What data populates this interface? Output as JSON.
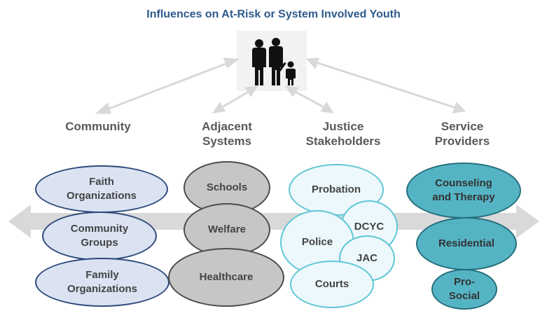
{
  "title": "Influences on At-Risk or System Involved Youth",
  "center_icon": "family-icon",
  "colors": {
    "title": "#2e5a8c",
    "heading": "#595959",
    "arrow": "#d9d9d9",
    "community_fill": "#dbe3f3",
    "community_stroke": "#2f4a7a",
    "adjacent_fill": "#c6c6c6",
    "adjacent_stroke": "#4d4d4d",
    "justice_fill": "#ecf8fb",
    "justice_stroke": "#60c6d6",
    "service_fill": "#55b4c4",
    "service_stroke": "#256f7c"
  },
  "columns": [
    {
      "heading": "Community",
      "items": [
        "Faith\nOrganizations",
        "Community\nGroups",
        "Family\nOrganizations"
      ]
    },
    {
      "heading": "Adjacent\nSystems",
      "items": [
        "Schools",
        "Welfare",
        "Healthcare"
      ]
    },
    {
      "heading": "Justice\nStakeholders",
      "items": [
        "Probation",
        "DCYC",
        "Police",
        "JAC",
        "Courts"
      ]
    },
    {
      "heading": "Service\nProviders",
      "items": [
        "Counseling\nand Therapy",
        "Residential",
        "Pro-\nSocial"
      ]
    }
  ]
}
